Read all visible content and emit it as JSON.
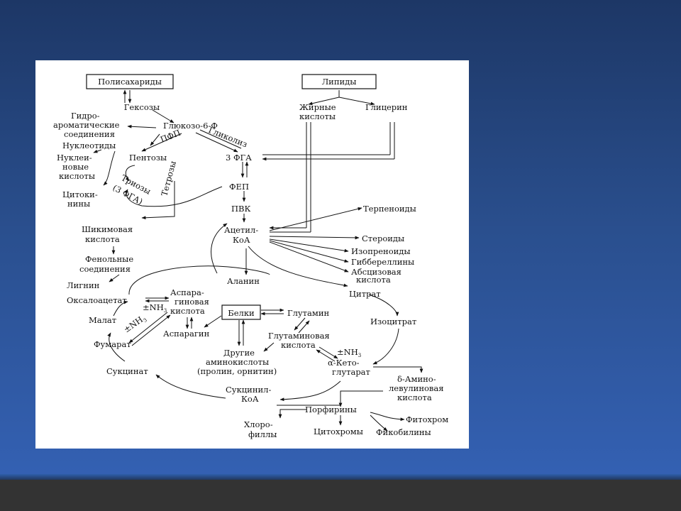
{
  "nodes": {
    "polysaccharides": "Полисахариды",
    "lipids": "Липиды",
    "hexoses": "Гексозы",
    "fatty_acids_1": "Жирные",
    "fatty_acids_2": "кислоты",
    "glycerol": "Глицерин",
    "hydroaromatic_1": "Гидро-",
    "hydroaromatic_2": "ароматические",
    "hydroaromatic_3": "соединения",
    "glucose6p": "Глюкозо-6-Ф",
    "ppp": "ПФП",
    "glycolysis": "Гликолиз",
    "nucleotides": "Нуклеотиды",
    "nucleic_1": "Нуклеи-",
    "nucleic_2": "новые",
    "nucleic_3": "кислоты",
    "pentoses": "Пентозы",
    "tetroses": "Тетрозы",
    "trioses_1": "Триозы",
    "trioses_2": "(3 ФГА)",
    "pga3": "3 ФГА",
    "cytokinins_1": "Цитоки-",
    "cytokinins_2": "нины",
    "pep": "ФЕП",
    "pyruvate": "ПВК",
    "terpenoids": "Терпеноиды",
    "shikimic_1": "Шикимовая",
    "shikimic_2": "кислота",
    "acetylcoa_1": "Ацетил-",
    "acetylcoa_2": "КоА",
    "steroids": "Стероиды",
    "isoprenoids": "Изопреноиды",
    "gibberellins": "Гиббереллины",
    "abscisic_1": "Абсцизовая",
    "abscisic_2": "кислота",
    "phenolic_1": "Фенольные",
    "phenolic_2": "соединения",
    "lignin": "Лигнин",
    "alanine": "Аланин",
    "citrate": "Цитрат",
    "oxaloacetate": "Оксалоацетат",
    "nh3_1": "±NH",
    "nh3_1_sub": "3",
    "aspartic_1": "Аспара-",
    "aspartic_2": "гиновая",
    "aspartic_3": "кислота",
    "malate": "Малат",
    "nh3_2": "±NH",
    "nh3_2_sub": "3",
    "proteins": "Белки",
    "glutamine": "Глутамин",
    "isocitrate": "Изоцитрат",
    "asparagine": "Аспарагин",
    "glutamic_1": "Глутаминовая",
    "glutamic_2": "кислота",
    "fumarate": "Фумарат",
    "nh3_3": "±NH",
    "nh3_3_sub": "3",
    "other_amino_1": "Другие",
    "other_amino_2": "аминокислоты",
    "other_amino_3": "(пролин, орнитин)",
    "ketoglutarate_1": "α-Кето-",
    "ketoglutarate_2": "глутарат",
    "succinate": "Сукцинат",
    "ala_1": "δ-Амино-",
    "ala_2": "левулиновая",
    "ala_3": "кислота",
    "succinylcoa_1": "Сукцинил-",
    "succinylcoa_2": "КоА",
    "porphyrins": "Порфирины",
    "phytochrome": "Фитохром",
    "chlorophylls_1": "Хлоро-",
    "chlorophylls_2": "филлы",
    "cytochromes": "Цитохромы",
    "phycobilins": "Фикобилины"
  }
}
